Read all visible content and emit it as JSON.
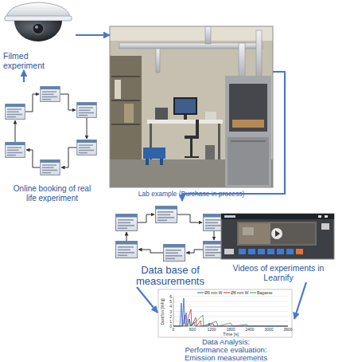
{
  "diagram": {
    "nodes": [
      {
        "text": [
          "Filmed experiment"
        ]
      },
      {
        "text": [
          "Lab example (Purchase in process)"
        ]
      },
      {
        "text": [
          "Online booking of real life experiment"
        ]
      },
      {
        "text": [
          "Data base of measurements"
        ]
      },
      {
        "text": [
          "Videos of experiments in Learnify"
        ]
      },
      {
        "text": [
          "Data Analysis: Performance evaluation: Emission measurements"
        ]
      }
    ],
    "edges": [
      {
        "from": 0,
        "to": 1,
        "arrow": "to"
      },
      {
        "from": 2,
        "to": 0,
        "arrow": "to"
      },
      {
        "from": 1,
        "to": 3,
        "arrow": "to"
      },
      {
        "from": 3,
        "to": 5,
        "arrow": "to"
      },
      {
        "from": 4,
        "to": 5,
        "arrow": "to"
      }
    ],
    "labels": [
      "Dust/flow [%/Fg]",
      "Time [s]",
      "0",
      "600",
      "1200",
      "1800",
      "2400",
      "3000",
      "3600",
      "0",
      "1",
      "2",
      "3",
      "4",
      "5",
      "6"
    ],
    "legend": [
      {
        "text": "Ø6 mm W"
      },
      {
        "text": "Ø8 mm W"
      },
      {
        "text": "Bagasse"
      }
    ]
  }
}
